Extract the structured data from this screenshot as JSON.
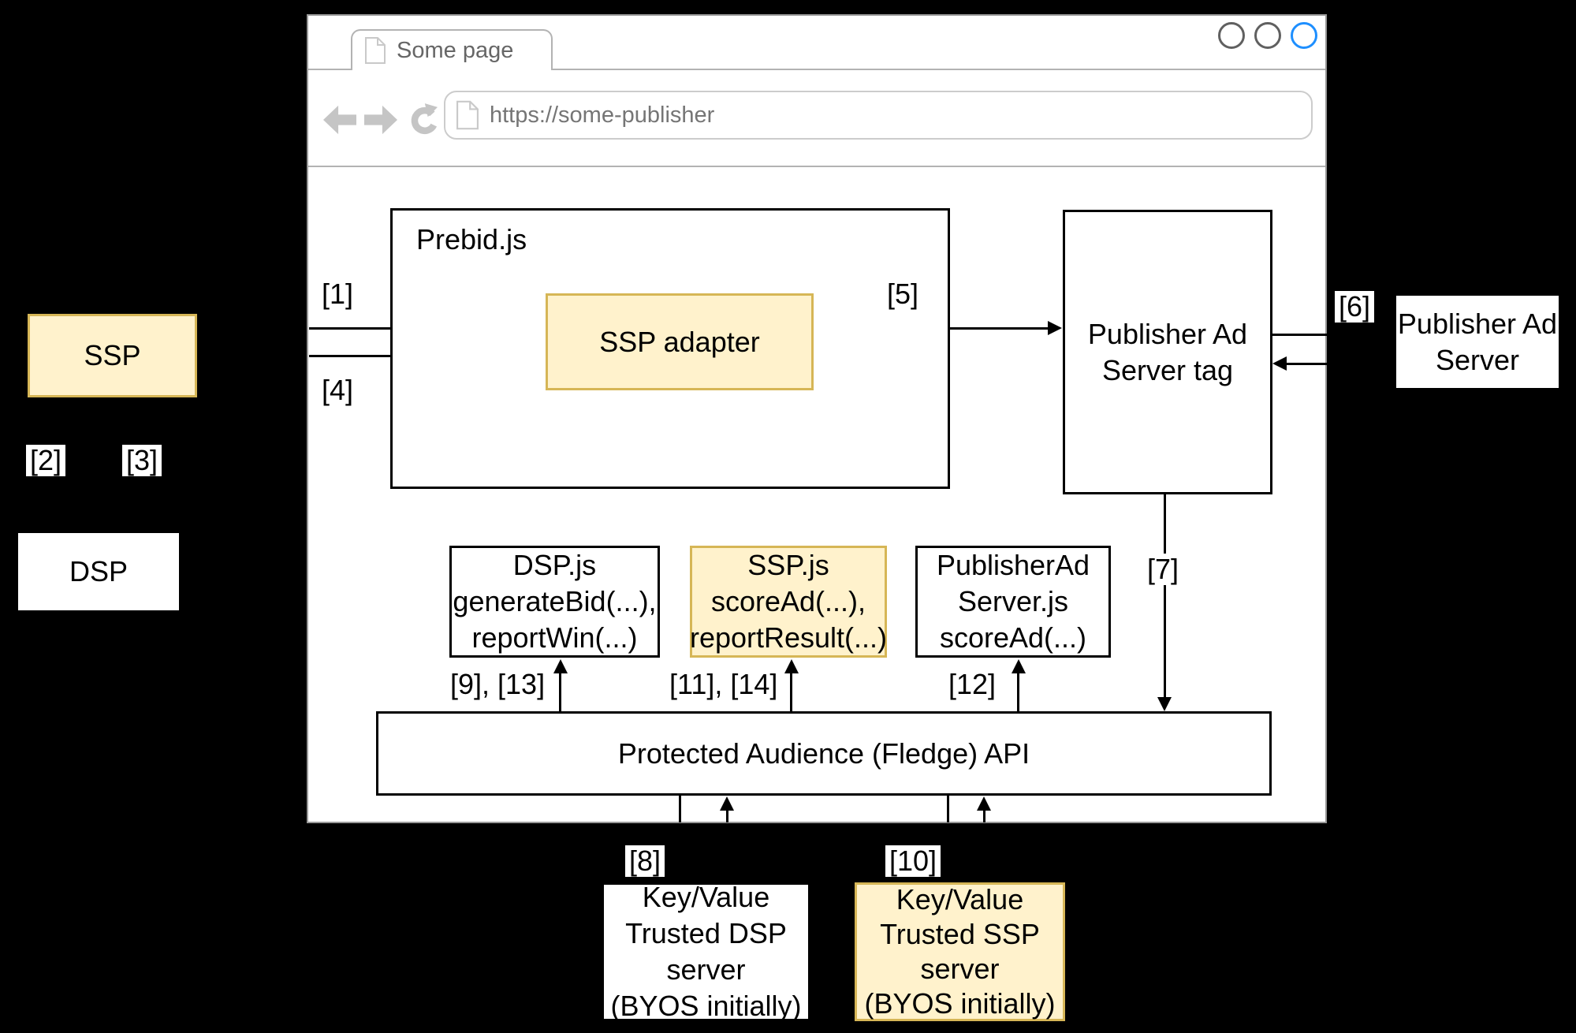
{
  "browser": {
    "tab_title": "Some page",
    "url": "https://some-publisher"
  },
  "diagram": {
    "ssp": "SSP",
    "dsp": "DSP",
    "prebid": "Prebid.js",
    "ssp_adapter": "SSP adapter",
    "publisher_ad_server_tag": [
      "Publisher Ad",
      "Server tag"
    ],
    "publisher_ad_server": [
      "Publisher Ad",
      "Server"
    ],
    "dsp_js": [
      "DSP.js",
      "generateBid(...),",
      "reportWin(...)"
    ],
    "ssp_js": [
      "SSP.js",
      "scoreAd(...),",
      "reportResult(...)"
    ],
    "publisher_ad_server_js": [
      "PublisherAd",
      "Server.js",
      "scoreAd(...)"
    ],
    "protected_audience_api": "Protected Audience (Fledge) API",
    "kv_dsp_server": [
      "Key/Value",
      "Trusted DSP",
      "server",
      "(BYOS initially)"
    ],
    "kv_ssp_server": [
      "Key/Value",
      "Trusted SSP",
      "server",
      "(BYOS initially)"
    ],
    "steps": {
      "s1": "[1]",
      "s2": "[2]",
      "s3": "[3]",
      "s4": "[4]",
      "s5": "[5]",
      "s6": "[6]",
      "s7": "[7]",
      "s8": "[8]",
      "s9_13": "[9], [13]",
      "s10": "[10]",
      "s11_14": "[11], [14]",
      "s12": "[12]"
    }
  },
  "colors": {
    "background": "#000000",
    "highlight_fill": "#FFF2CC",
    "highlight_border": "#D6B656",
    "active_control": "#1E8FFF",
    "chrome_gray": "#999999"
  }
}
